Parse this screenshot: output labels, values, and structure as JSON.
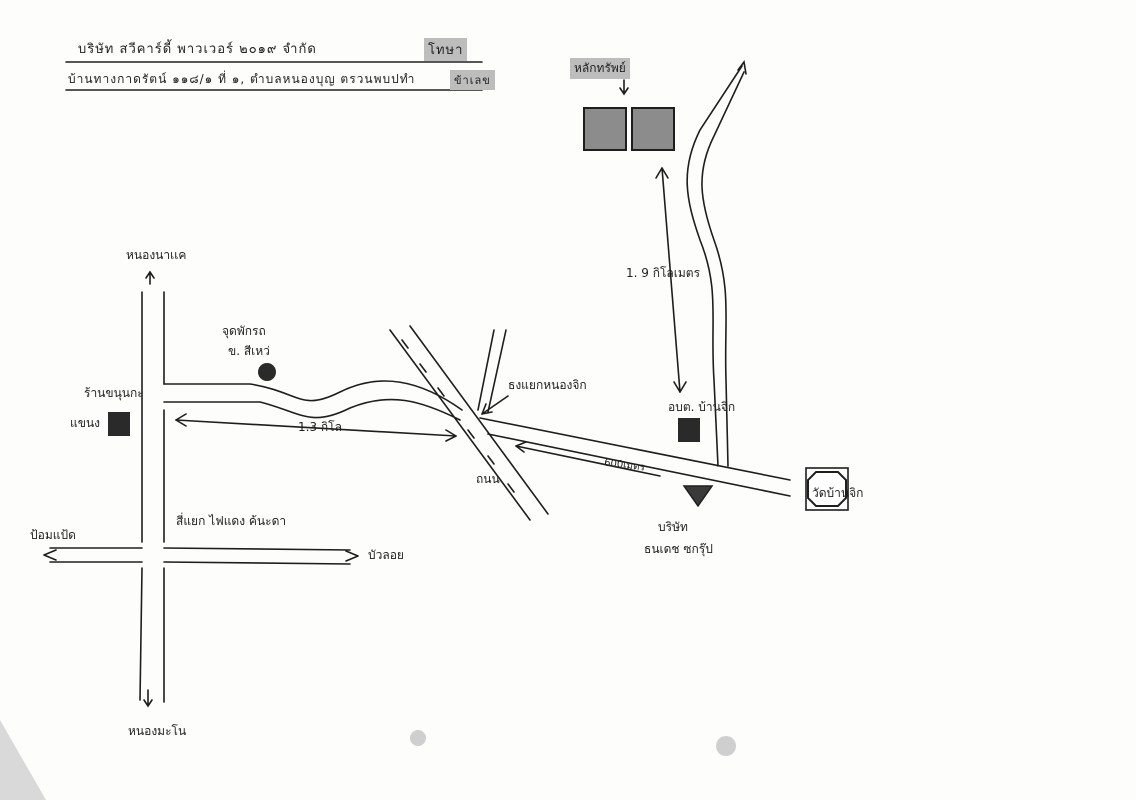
{
  "header": {
    "company_line": "บริษัท สวีคาร์ดี้ พาวเวอร์ ๒๐๑๙ จำกัด",
    "company_tag": "โทษา",
    "address_line": "บ้านทางกาดรัตน์ ๑๑๘/๑ ที่ ๑, ตำบลหนองบุญ ตรวนพบปทำ",
    "address_tag": "ข้าเลข"
  },
  "places": {
    "market_label": "หลักทรัพย์",
    "top_left_road": "หนองนาเเค",
    "bottom_left_road": "หนองมะโน",
    "left_shop": "ร้านขนุนกะ",
    "left_shop_sub": "แขนง",
    "tree_label": "จุดพักรถ",
    "tree_label_sub": "ข. สีเหว่",
    "junction_label": "ธงแยกหนองจิก",
    "junction_sub": "ถนน",
    "sub_district_office": "อบต. บ้านจิก",
    "temple": "วัดบ้านจิก",
    "company_point": "บริษัท",
    "company_point_sub": "ธนเดช ซกรุ๊ป",
    "light_intersection": "สี่แยก ไฟแดง ค้นะดา",
    "west_road": "ป้อมแป้ด",
    "east_road": "บัวลอย"
  },
  "distances": {
    "left_segment": "1.3 กิโล",
    "vertical_segment": "1. 9 กิโลเมตร",
    "company_segment": "600เมตร"
  },
  "colors": {
    "ink": "#1e1e1e",
    "marker_fill": "#3a3a3a",
    "building_fill": "#8c8c8c"
  }
}
